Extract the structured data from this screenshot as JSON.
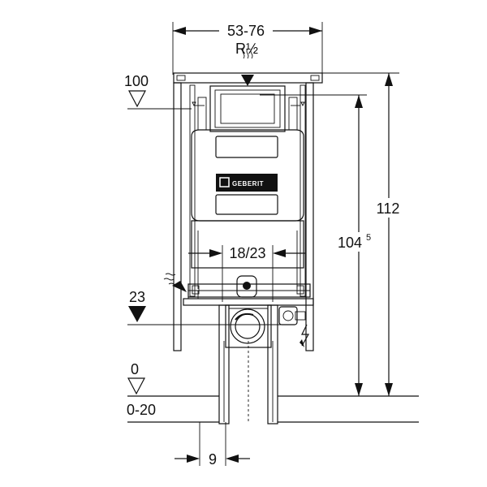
{
  "dimensions": {
    "width_range": "53-76",
    "thread": "R½",
    "height_total": "112",
    "height_inner_base": "104",
    "height_inner_sup": "5",
    "drain_spacing": "18/23",
    "offset_bottom": "9"
  },
  "levels": {
    "level_100": "100",
    "level_23": "23",
    "level_0": "0",
    "level_range": "0-20"
  },
  "brand": {
    "logo_text": "GEBERIT"
  }
}
